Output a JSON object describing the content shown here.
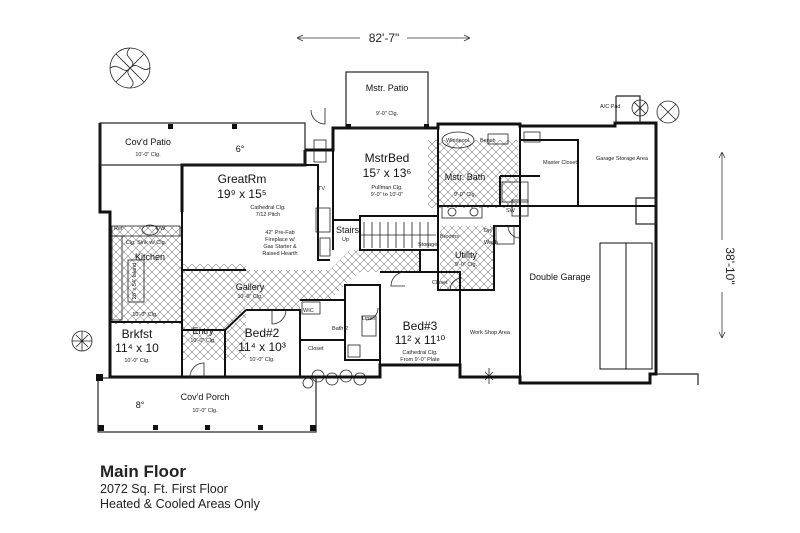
{
  "dimensions": {
    "width": "82'-7\"",
    "depth": "38'-10\""
  },
  "rooms": {
    "mstr_patio": {
      "name": "Mstr. Patio",
      "clg": "9'-0\" Clg."
    },
    "mstr_bed": {
      "name": "MstrBed",
      "size": "15⁷ x 13⁶",
      "clg": "Pullman Clg.",
      "clg2": "9'-0\" to 10'-0\""
    },
    "covd_patio": {
      "name": "Cov'd Patio",
      "clg": "10'-0\" Clg.",
      "depth": "6°"
    },
    "great_rm": {
      "name": "GreatRm",
      "size": "19⁹ x 15⁵",
      "clg": "Cathedral Clg.",
      "clg2": "7/12 Pitch"
    },
    "fireplace": {
      "line1": "42\" Pre-Fab",
      "line2": "Fireplace w/",
      "line3": "Gas Starter &",
      "line4": "Raised Hearth"
    },
    "kitchen": {
      "name": "Kitchen",
      "clg": "10'-0\" Clg.",
      "counter": "Clg. Sink w/ Clg.",
      "bar": "28' x 54' Island"
    },
    "brkfst": {
      "name": "Brkfst",
      "size": "11⁴ x 10",
      "clg": "10'-0\" Clg."
    },
    "gallery": {
      "name": "Gallery",
      "clg": "10'-0\" Clg."
    },
    "entry": {
      "name": "Entry",
      "clg": "10'-0\" Clg."
    },
    "bed2": {
      "name": "Bed#2",
      "size": "11⁴ x 10³",
      "clg": "10'-0\" Clg."
    },
    "bath2": {
      "name": "Bath 2"
    },
    "bed3": {
      "name": "Bed#3",
      "size": "11² x 11¹⁰",
      "clg": "Cathedral Clg.",
      "clg2": "From 9'-0\" Plate"
    },
    "mstr_bath": {
      "name": "Mstr. Bath",
      "clg": "9'-0\" Clg."
    },
    "master_closet": {
      "name": "Master Closet"
    },
    "utility": {
      "name": "Utility",
      "clg": "9'-0\" Clg."
    },
    "double_garage": {
      "name": "Double Garage"
    },
    "work_shop": {
      "name": "Work Shop Area"
    },
    "garage_storage": {
      "name": "Garage Storage Area"
    },
    "covd_porch": {
      "name": "Cov'd Porch",
      "clg": "10'-0\" Clg.",
      "depth": "8°"
    }
  },
  "labels": {
    "stairs": "Stairs",
    "up": "Up",
    "brooms": "Brooms",
    "storage": "Storage",
    "closet": "Closet",
    "linen": "Linen",
    "wic": "WIC",
    "bench": "Bench",
    "whirlpool": "Whirlpool",
    "tv": "TV",
    "dw": "DW",
    "ref": "Ref",
    "ac_pad": "A/C Pad",
    "sw": "SW",
    "dryer": "Dry",
    "washer": "Wash"
  },
  "caption": {
    "title": "Main Floor",
    "line1": "2072 Sq. Ft. First Floor",
    "line2": "Heated & Cooled Areas Only"
  }
}
